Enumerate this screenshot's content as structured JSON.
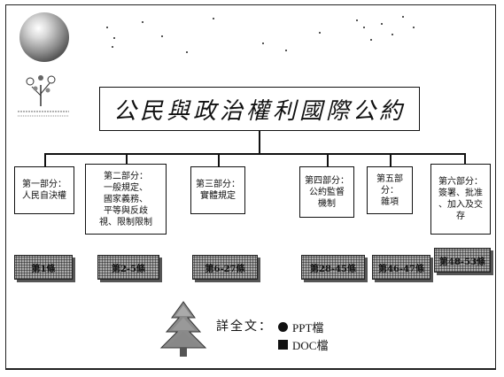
{
  "title": "公民與政治權利國際公約",
  "parts": [
    {
      "label": "第一部分：\n人民自決權",
      "articles": "第1條"
    },
    {
      "label": "第二部分：\n一般規定、\n國家義務、\n平等與反歧\n視、限制限制",
      "articles": "第2-5條"
    },
    {
      "label": "第三部分：\n實體規定",
      "articles": "第6-27條"
    },
    {
      "label": "第四部分：\n公約監督\n機制",
      "articles": "第28-45條"
    },
    {
      "label": "第五部分：\n雜項",
      "articles": "第46-47條"
    },
    {
      "label": "第六部分：\n簽署、批准\n、加入及交\n存",
      "articles": "第48-53條"
    }
  ],
  "full_text": {
    "label": "詳全文：",
    "links": [
      {
        "icon": "circle-bullet-icon",
        "text": "PPT檔"
      },
      {
        "icon": "square-bullet-icon",
        "text": "DOC檔"
      }
    ]
  }
}
